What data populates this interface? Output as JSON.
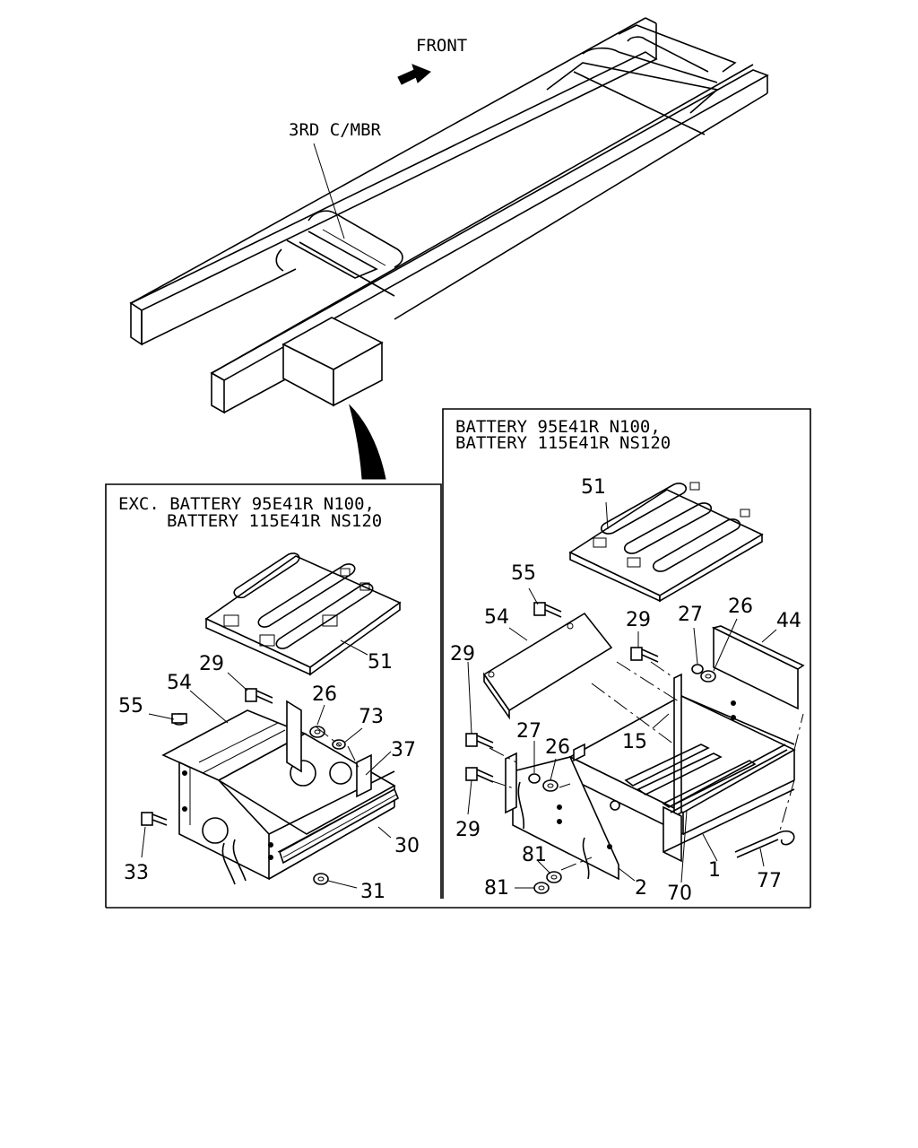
{
  "header": {
    "front_label": "FRONT",
    "member_label": "3RD C/MBR"
  },
  "left_panel": {
    "title_line1": "EXC. BATTERY 95E41R N100,",
    "title_line2": "BATTERY 115E41R NS120",
    "callouts": {
      "c51": "51",
      "c29": "29",
      "c54": "54",
      "c55": "55",
      "c26": "26",
      "c73": "73",
      "c37": "37",
      "c30": "30",
      "c33": "33",
      "c31": "31"
    }
  },
  "right_panel": {
    "title_line1": "BATTERY 95E41R N100,",
    "title_line2": "BATTERY 115E41R NS120",
    "callouts": {
      "c51": "51",
      "c55": "55",
      "c54": "54",
      "c29a": "29",
      "c27a": "27",
      "c26a": "26",
      "c44": "44",
      "c29b": "29",
      "c15": "15",
      "c27b": "27",
      "c26b": "26",
      "c29c": "29",
      "c81a": "81",
      "c81b": "81",
      "c2": "2",
      "c70": "70",
      "c1": "1",
      "c77": "77"
    }
  }
}
